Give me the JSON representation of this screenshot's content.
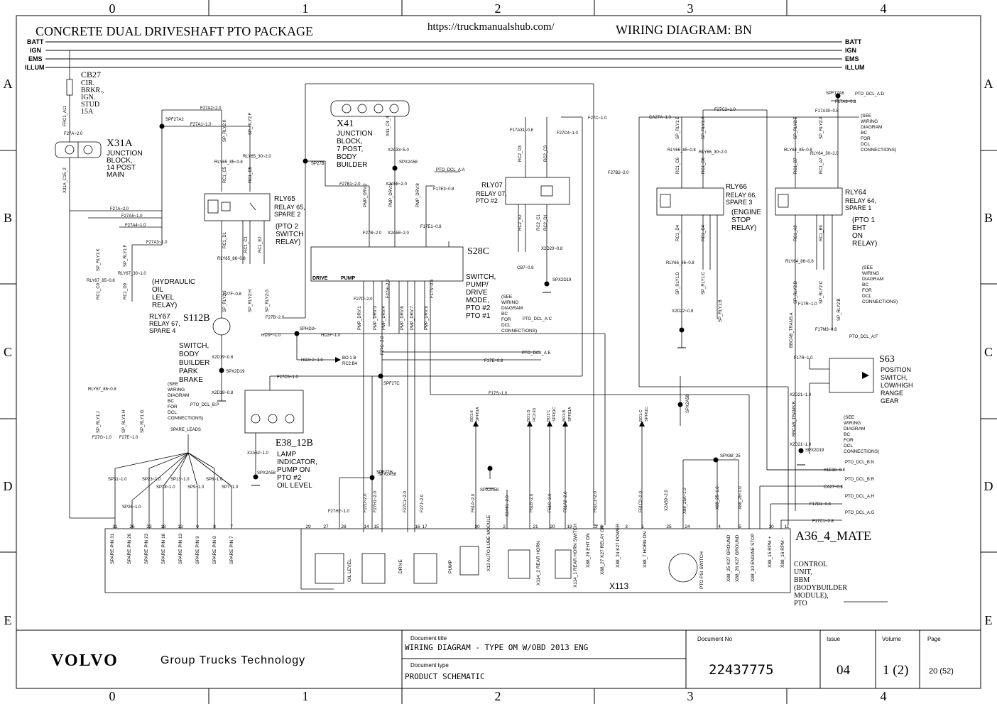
{
  "header": {
    "title": "CONCRETE DUAL DRIVESHAFT PTO PACKAGE",
    "url": "https://truckmanualshub.com/",
    "diagram_code": "WIRING DIAGRAM: BN"
  },
  "grid": {
    "columns": [
      "0",
      "1",
      "2",
      "3",
      "4"
    ],
    "rows": [
      "A",
      "B",
      "C",
      "D",
      "E"
    ]
  },
  "rails": [
    "BATT",
    "IGN",
    "EMS",
    "ILLUM"
  ],
  "components": {
    "cb27": [
      "CB27",
      "CIR.",
      "BRKR.,",
      "IGN.",
      "STUD",
      "15A"
    ],
    "x31a": {
      "id": "X31A",
      "desc": [
        "JUNCTION",
        "BLOCK,",
        "14 POST",
        "MAIN"
      ]
    },
    "x41": {
      "id": "X41",
      "desc": [
        "JUNCTION",
        "BLOCK,",
        "7 POST,",
        "BODY",
        "BUILDER"
      ]
    },
    "rly65": {
      "id": "RLY65",
      "desc": [
        "RELAY 65,",
        "SPARE 2"
      ],
      "note": [
        "(PTO 2",
        "SWITCH",
        "RELAY)"
      ]
    },
    "rly67": {
      "id": "RLY67",
      "desc": [
        "RELAY 67,",
        "SPARE 4"
      ],
      "note": [
        "(HYDRAULIC",
        "OIL",
        "LEVEL",
        "RELAY)"
      ]
    },
    "rly07": {
      "id": "RLY07",
      "desc": [
        "RELAY 07,",
        "PTO #2"
      ]
    },
    "rly66": {
      "id": "RLY66",
      "desc": [
        "RELAY 66,",
        "SPARE 3"
      ],
      "note": [
        "(ENGINE",
        "STOP",
        "RELAY)"
      ]
    },
    "rly64": {
      "id": "RLY64",
      "desc": [
        "RELAY 64,",
        "SPARE 1"
      ],
      "note": [
        "(PTO 1",
        "EHT",
        "ON",
        "RELAY)"
      ]
    },
    "s28c": {
      "id": "S28C",
      "desc": [
        "SWITCH,",
        "PUMP/",
        "DRIVE",
        "MODE,",
        "PTO #2",
        "PTO #1"
      ],
      "drive": "DRIVE",
      "pump": "PUMP"
    },
    "s112b": {
      "id": "S112B",
      "desc": [
        "SWITCH,",
        "BODY",
        "BUILDER",
        "PARK",
        "BRAKE"
      ]
    },
    "e38": {
      "id": "E38_12B",
      "desc": [
        "LAMP",
        "INDICATOR,",
        "PUMP ON",
        "PTO #2",
        "OIL LEVEL"
      ]
    },
    "s63": {
      "id": "S63",
      "desc": [
        "POSITION",
        "SWITCH,",
        "LOW/HIGH",
        "RANGE",
        "GEAR"
      ]
    },
    "a36": {
      "id": "A36_4_MATE",
      "desc": [
        "CONTROL",
        "UNIT,",
        "BBM",
        "(BODYBUILDER",
        "MODULE),",
        "PTO"
      ]
    },
    "x113": "X113",
    "see_wiring": [
      "(SEE",
      "WIRING",
      "DIAGRAM",
      "BC",
      "FOR",
      "DCL",
      "CONNECTIONS)"
    ],
    "spare_leads": "SPARE_LEADS"
  },
  "wire_labels": [
    {
      "t": "FRC1_A11"
    },
    {
      "t": "F27A~2.0"
    },
    {
      "t": "X31A_C15_2"
    },
    {
      "t": "SPF27A2"
    },
    {
      "t": "F27A2~2.0"
    },
    {
      "t": "F27A1~1.0"
    },
    {
      "t": "SP_RLY2:K"
    },
    {
      "t": "SP_RLY2:F"
    },
    {
      "t": "RLY65_30~2.0"
    },
    {
      "t": "RLY65_85~0.8"
    },
    {
      "t": "RC1_C5"
    },
    {
      "t": "RC1_D5"
    },
    {
      "t": "F27A~2.0"
    },
    {
      "t": "F27A5~1.0"
    },
    {
      "t": "F27A4~1.0"
    },
    {
      "t": "F27A3~1.0"
    },
    {
      "t": "SP_RLY1:K"
    },
    {
      "t": "SP_RLY1:F"
    },
    {
      "t": "RLY67_30~1.0"
    },
    {
      "t": "RLY67_85~0.8"
    },
    {
      "t": "RC1_C9"
    },
    {
      "t": "RC1_D9"
    },
    {
      "t": "RC1_D1"
    },
    {
      "t": "RC1_C1"
    },
    {
      "t": "RC1_E2"
    },
    {
      "t": "RLY65_86~0.8"
    },
    {
      "t": "SP_RLY2:J"
    },
    {
      "t": "F27F~0.8"
    },
    {
      "t": "SP_RLY2:H"
    },
    {
      "t": "SP_RLY2:G"
    },
    {
      "t": "F27B~2.0"
    },
    {
      "t": "SP27B"
    },
    {
      "t": "F27B1~2.0"
    },
    {
      "t": "X41_C4_4"
    },
    {
      "t": "X2A33~5.0"
    },
    {
      "t": "SPX2A58"
    },
    {
      "t": "X2A58~2.0"
    },
    {
      "t": "PTO_DCL_A:A"
    },
    {
      "t": "F17E3~0.8"
    },
    {
      "t": "F17E1~0.8"
    },
    {
      "t": "PMP_DRV:2"
    },
    {
      "t": "PMP_DRV:5"
    },
    {
      "t": "PMP_DRV:8"
    },
    {
      "t": "F27B~2.0"
    },
    {
      "t": "X2A58~2.0"
    },
    {
      "t": "F17A31~0.8"
    },
    {
      "t": "F27C4~1.0"
    },
    {
      "t": "RC2_D3"
    },
    {
      "t": "RC2_C3"
    },
    {
      "t": "RC2_E2"
    },
    {
      "t": "RC2_C1"
    },
    {
      "t": "RC2_D1"
    },
    {
      "t": "CB7~0.8"
    },
    {
      "t": "X2D20~0.8"
    },
    {
      "t": "SPX2D19"
    },
    {
      "t": "PTO_DCL_A:C"
    },
    {
      "t": "CA27A~1.0"
    },
    {
      "t": "F27C2~1.0"
    },
    {
      "t": "SPF17A6"
    },
    {
      "t": "PTO_DCL_A:D"
    },
    {
      "t": "F17A6~0.8"
    },
    {
      "t": "F17A30~0.8"
    },
    {
      "t": "SP_RLY1:E"
    },
    {
      "t": "SP_RLY1:A"
    },
    {
      "t": "RLY66_85~0.8"
    },
    {
      "t": "RLY66_30~2.0"
    },
    {
      "t": "RC1_C6"
    },
    {
      "t": "RC1_D6"
    },
    {
      "t": "RC1_D4"
    },
    {
      "t": "RC1_C4"
    },
    {
      "t": "RLY66_86~0.8"
    },
    {
      "t": "SP_RLY1:D"
    },
    {
      "t": "SP_RLY1:C"
    },
    {
      "t": "SP_RLY1:B"
    },
    {
      "t": "X2D22~0.8"
    },
    {
      "t": "SP_RLY2:E"
    },
    {
      "t": "SP_RLY2:A"
    },
    {
      "t": "RLY64_85~0.8"
    },
    {
      "t": "RLY64_30~2.0"
    },
    {
      "t": "RC1_B7"
    },
    {
      "t": "RC1_A7"
    },
    {
      "t": "RC1_A9"
    },
    {
      "t": "RC1_B9"
    },
    {
      "t": "RLY64_86~0.8"
    },
    {
      "t": "SP_RLY2:D"
    },
    {
      "t": "SP_RLY2:C"
    },
    {
      "t": "SP_RLY2:B"
    },
    {
      "t": "F17R~1.0"
    },
    {
      "t": "F17M3~0.8"
    },
    {
      "t": "PTO_DCL_A:F"
    },
    {
      "t": "BBCAB_TRANS:A"
    },
    {
      "t": "F17R~1.0"
    },
    {
      "t": "X2D21~1.0"
    },
    {
      "t": "BBCAB_TRANS:B"
    },
    {
      "t": "X2D21~1.0"
    },
    {
      "t": "SPX2D19"
    },
    {
      "t": "RLY67_86~0.8"
    },
    {
      "t": "SP_RLY1:J"
    },
    {
      "t": "SP_RLY1:H"
    },
    {
      "t": "SP_RLY1:G"
    },
    {
      "t": "F27G~1.0"
    },
    {
      "t": "F27E~1.0"
    },
    {
      "t": "X2D19~0.8"
    },
    {
      "t": "SPX2D19"
    },
    {
      "t": "X2D18~0.8"
    },
    {
      "t": "PTO_DCL_B:P"
    },
    {
      "t": "HD3+~1.0"
    },
    {
      "t": "SPHD3+"
    },
    {
      "t": "HD3+~1.0"
    },
    {
      "t": "HD3+2~1.0"
    },
    {
      "t": "BO:1 B"
    },
    {
      "t": "RC2:B4"
    },
    {
      "t": "PTO_DCL_A:E"
    },
    {
      "t": "F17E~0.8"
    },
    {
      "t": "F27C5~1.0"
    },
    {
      "t": "SPF27C"
    },
    {
      "t": "F17S~1.0"
    },
    {
      "t": "F27D~2.0"
    },
    {
      "t": "PMP_DRV:1"
    },
    {
      "t": "PMP_DRV:3"
    },
    {
      "t": "PMP_DRV:4"
    },
    {
      "t": "PMP_DRV:6"
    },
    {
      "t": "PMP_DRV:7"
    },
    {
      "t": "PMP_DRV:9"
    },
    {
      "t": "F27C~2.0"
    },
    {
      "t": "F27H~2.0"
    },
    {
      "t": "F17S~0.8"
    },
    {
      "t": "SPX2A58"
    },
    {
      "t": "X2A62~1.0"
    },
    {
      "t": "SPX2A58"
    },
    {
      "t": "SP31~1.0"
    },
    {
      "t": "SP23~1.0"
    },
    {
      "t": "SP18~1.0"
    },
    {
      "t": "SP13~1.0"
    },
    {
      "t": "SP9~1.0"
    },
    {
      "t": "SP8~1.0"
    },
    {
      "t": "SP7~1.0"
    },
    {
      "t": "SP26~1.0"
    },
    {
      "t": "SPF27H"
    },
    {
      "t": "F27H2~1.0"
    },
    {
      "t": "F27D~2.0"
    },
    {
      "t": "F27H1~2.0"
    },
    {
      "t": "F27C1~2.0"
    },
    {
      "t": "F27J~2.0"
    },
    {
      "t": "F61A~2.0"
    },
    {
      "t": "X2A61~2.0"
    },
    {
      "t": "F61B~2.0"
    },
    {
      "t": "F61C~2.0"
    },
    {
      "t": "F61A2~2.0"
    },
    {
      "t": "F61C1~2.0"
    },
    {
      "t": "F61C2~2.0"
    },
    {
      "t": "SPX2A58"
    },
    {
      "t": "X2A59~2.0"
    },
    {
      "t": "X88_25A~1.0"
    },
    {
      "t": "X88_25~1.0"
    },
    {
      "t": "X88_26~1.0"
    },
    {
      "t": "SPX88_25"
    },
    {
      "t": "PTO_DCL_B:N"
    },
    {
      "t": "X1E18~0.8"
    },
    {
      "t": "PTO_DCL_B:R"
    },
    {
      "t": "CA27~0.8"
    },
    {
      "t": "PTO_DCL_A:H"
    },
    {
      "t": "F17D1~0.8"
    },
    {
      "t": "PTO_DCL_A:G"
    },
    {
      "t": "F17C1~0.8"
    },
    {
      "t": "F27C~1.0"
    },
    {
      "t": "F27B2~2.0"
    },
    {
      "t": "SPX2A58"
    }
  ],
  "bottom_pins": {
    "numbers": [
      "31",
      "26",
      "23",
      "18",
      "13",
      "9",
      "8",
      "7",
      "29",
      "27",
      "28",
      "14",
      "15",
      "16",
      "17",
      "30",
      "2",
      "21",
      "20",
      "19",
      "12",
      "6",
      "3",
      "1",
      "25",
      "24",
      "4",
      "5",
      "10",
      "11"
    ],
    "spare_pins": [
      "SPARE PIN 31",
      "SPARE PIN 26",
      "SPARE PIN 23",
      "SPARE PIN 18",
      "SPARE PIN 13",
      "SPARE PIN 9",
      "SPARE PIN 8",
      "SPARE PIN 7"
    ],
    "function_labels": [
      "OIL LEVEL",
      "DRIVE",
      "PUMP",
      "X13 AUTO LUBE MODULE",
      "X114_2 REAR HORN",
      "X114_1 REAR HORN SWITCH",
      "X88_29 EHT ON",
      "X88_27 K27 RELAY ON",
      "X88_24 K27 POWER",
      "X88_7 HORN ON",
      "PTO PSI SWITCH",
      "X88_25 K27 GROUND",
      "X88_26 K27 GROUND",
      "X88_10 ENGINE STOP",
      "X88_15 RPM +",
      "X88_16 RPM -"
    ]
  },
  "bo_labels": [
    "BO1:8",
    "SPF61A",
    "BO1:D",
    "RC2:E5",
    "BO1:C",
    "SPF61C",
    "BO1:B",
    "SPF61A",
    "BO1:C",
    "SPF61C"
  ],
  "title_block": {
    "brand": "VOLVO",
    "org": "Group Trucks Technology",
    "doc_title_label": "Document title",
    "doc_title": "WIRING DIAGRAM - TYPE OM W/OBD 2013 ENG",
    "doc_type_label": "Document type",
    "doc_type": "PRODUCT SCHEMATIC",
    "doc_no_label": "Document No",
    "doc_no": "22437775",
    "issue_label": "Issue",
    "issue": "04",
    "volume_label": "Volume",
    "volume": "1 (2)",
    "page_label": "Page",
    "page": "20 (52)"
  }
}
